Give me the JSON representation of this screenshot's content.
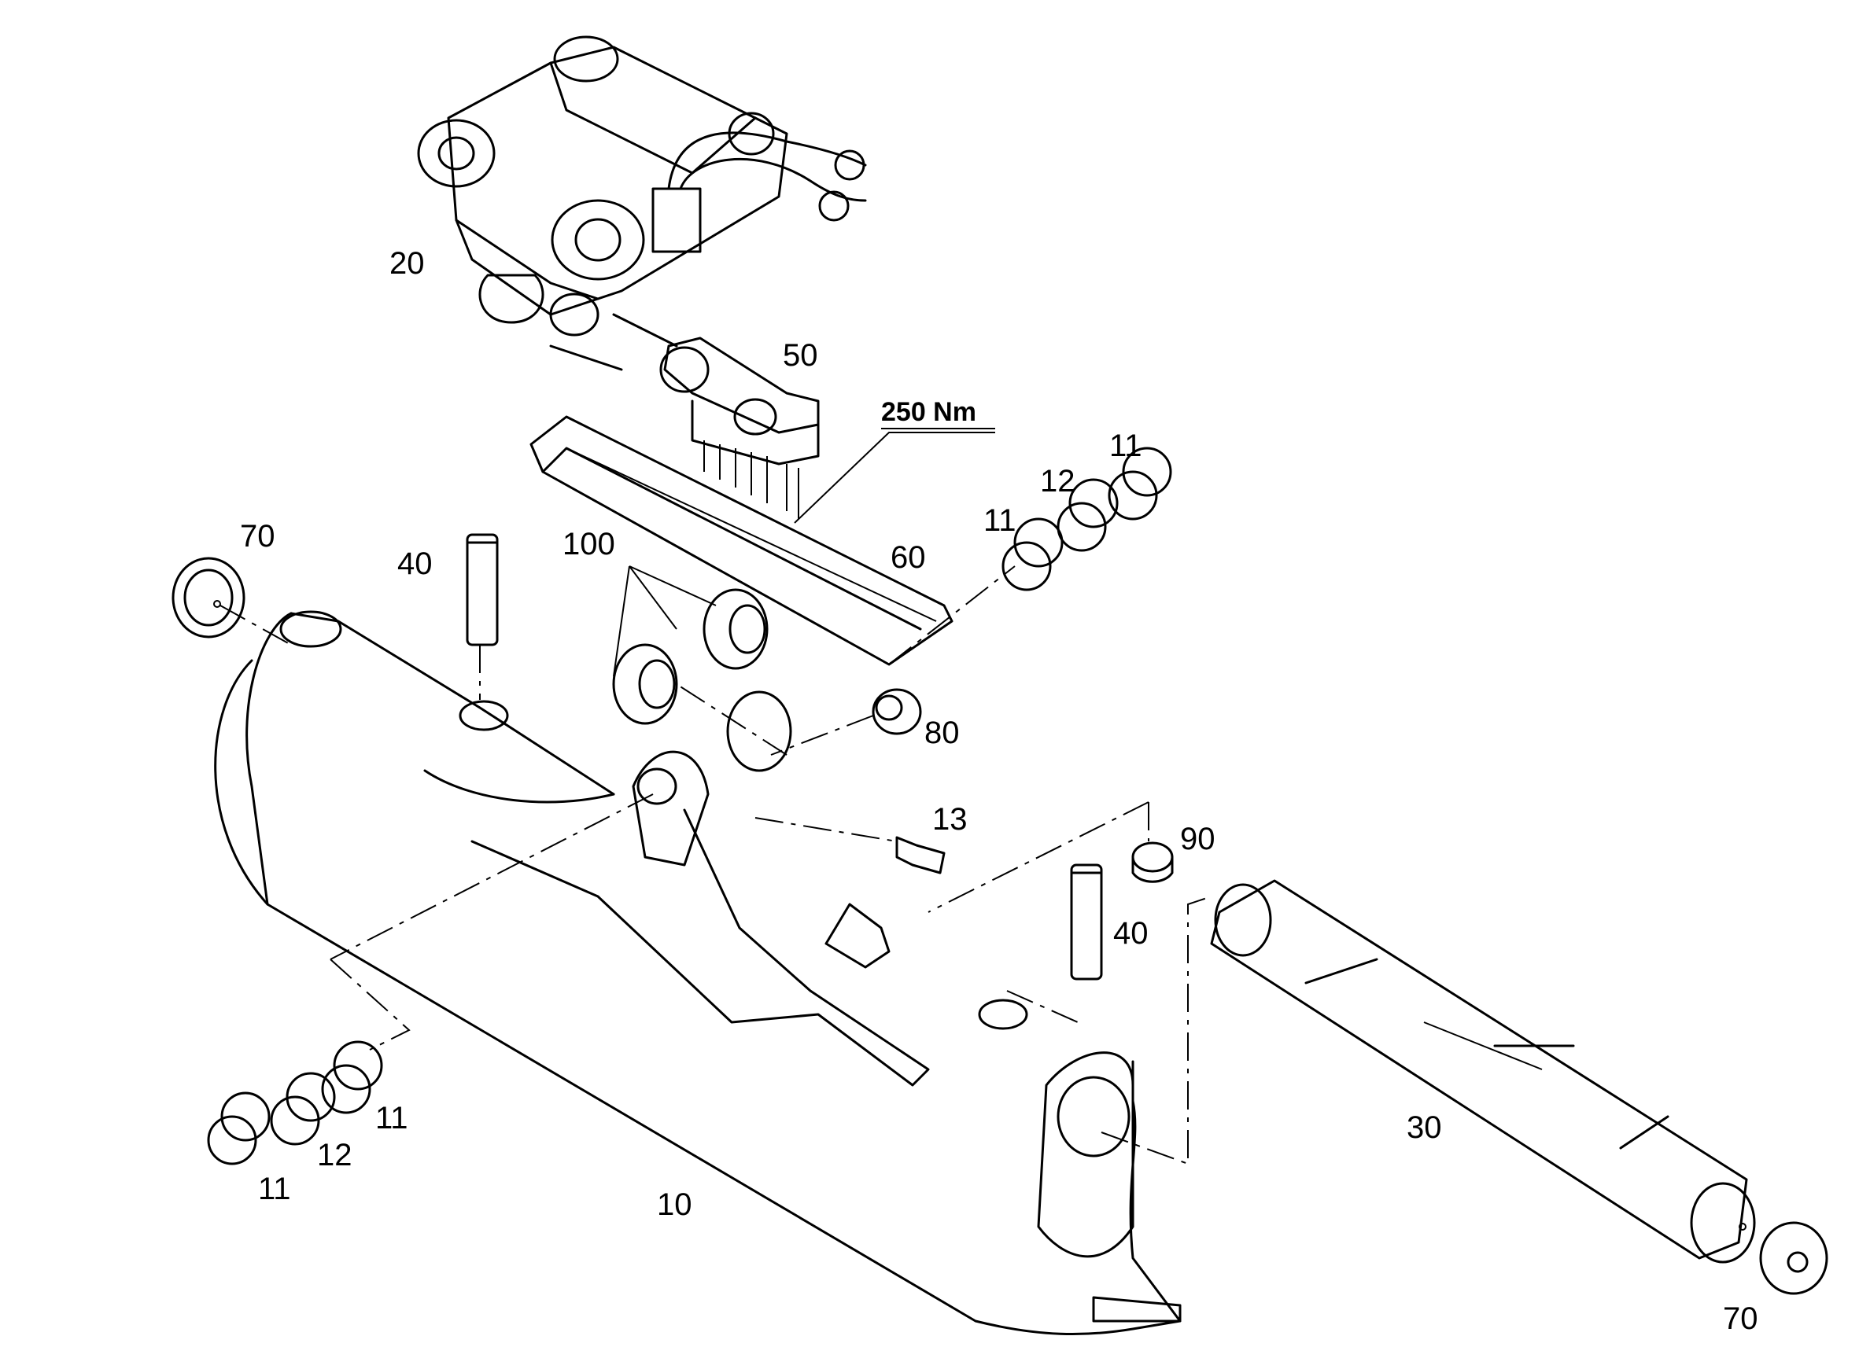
{
  "labels": {
    "l10": "10",
    "l11a": "11",
    "l11b": "11",
    "l11c": "11",
    "l11d": "11",
    "l12a": "12",
    "l12b": "12",
    "l13": "13",
    "l20": "20",
    "l30": "30",
    "l40a": "40",
    "l40b": "40",
    "l50": "50",
    "l60": "60",
    "l70a": "70",
    "l70b": "70",
    "l80": "80",
    "l90": "90",
    "l100": "100"
  },
  "torque": "250 Nm"
}
